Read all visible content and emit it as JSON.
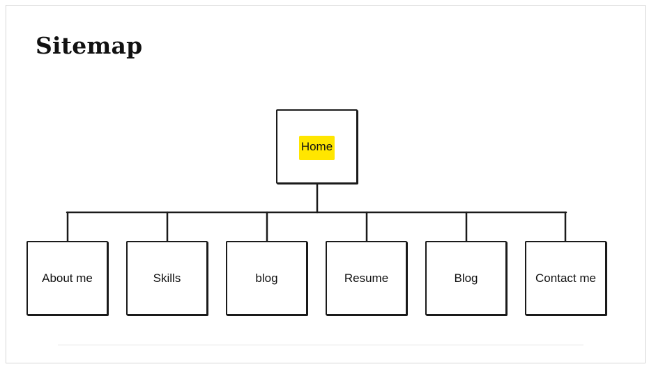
{
  "slide": {
    "title": "Sitemap"
  },
  "sitemap": {
    "root": {
      "label": "Home",
      "highlight_color": "#ffe600"
    },
    "children": [
      {
        "label": "About me"
      },
      {
        "label": "Skills"
      },
      {
        "label": "blog"
      },
      {
        "label": "Resume"
      },
      {
        "label": "Blog"
      },
      {
        "label": "Contact me"
      }
    ]
  },
  "colors": {
    "line": "#1a1a1a",
    "highlight": "#ffe600",
    "frame_border": "#d6d6d6"
  }
}
